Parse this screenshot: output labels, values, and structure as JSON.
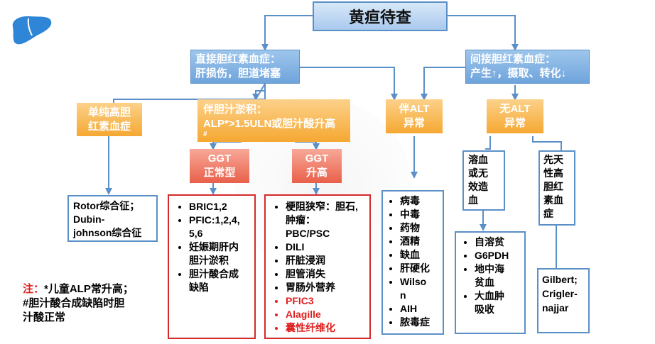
{
  "title": "黄疸待查",
  "direct": {
    "line1": "直接胆红素血症：",
    "line2": "肝损伤，胆道堵塞"
  },
  "indirect": {
    "line1": "间接胆红素血症：",
    "line2": "产生↑，摄取、转化↓"
  },
  "simple_high": {
    "line1": "单纯高胆",
    "line2": "红素血症"
  },
  "cholestasis": {
    "line1": "伴胆汁淤积：",
    "line2": "ALP*>1.5ULN或胆汁酸升高",
    "line3": "#"
  },
  "alt_abnormal": {
    "line1": "伴ALT",
    "line2": "异常"
  },
  "no_alt": {
    "line1": "无ALT",
    "line2": "异常"
  },
  "ggt_normal": {
    "line1": "GGT",
    "line2": "正常型"
  },
  "ggt_high": {
    "line1": "GGT",
    "line2": "升高"
  },
  "hemolysis": {
    "line1": "溶血",
    "line2": "或无",
    "line3": "效造",
    "line4": "血"
  },
  "congenital": {
    "line1": "先天",
    "line2": "性高",
    "line3": "胆红",
    "line4": "素血",
    "line5": "症"
  },
  "rotor": {
    "line1": "Rotor综合征；",
    "line2": "Dubin-",
    "line3": "johnson综合征"
  },
  "ggt_normal_list": [
    "BRIC1,2",
    "PFIC:1,2,4,\n5,6",
    "妊娠期肝内\n胆汁淤积",
    "胆汁酸合成\n缺陷"
  ],
  "ggt_high_list": [
    "梗阻狭窄：胆石,\n肿瘤：\nPBC/PSC",
    "DILI",
    "肝脏浸润",
    "胆管消失",
    "胃肠外营养",
    "PFIC3",
    "Alagille",
    "囊性纤维化"
  ],
  "ggt_high_red_from": 5,
  "alt_list": [
    "病毒",
    "中毒",
    "药物",
    "酒精",
    "缺血",
    "肝硬化",
    "Wilso\nn",
    "AIH",
    "脓毒症"
  ],
  "hemolysis_list": [
    "自溶贫",
    "G6PDH",
    "地中海\n贫血",
    "大血肿\n吸收"
  ],
  "gilbert": {
    "line1": "Gilbert;",
    "line2": "Crigler-",
    "line3": "najjar"
  },
  "note": {
    "label": "注：",
    "line1": "*儿童ALP常升高；",
    "line2": "#胆汁酸合成缺陷时胆",
    "line3": "汁酸正常"
  },
  "colors": {
    "line": "#5b8fc8",
    "red_border": "#d42a2a",
    "red_text": "#e02020",
    "liver_icon": "#2f86d6"
  },
  "icons": {
    "logo": "liver-icon"
  }
}
